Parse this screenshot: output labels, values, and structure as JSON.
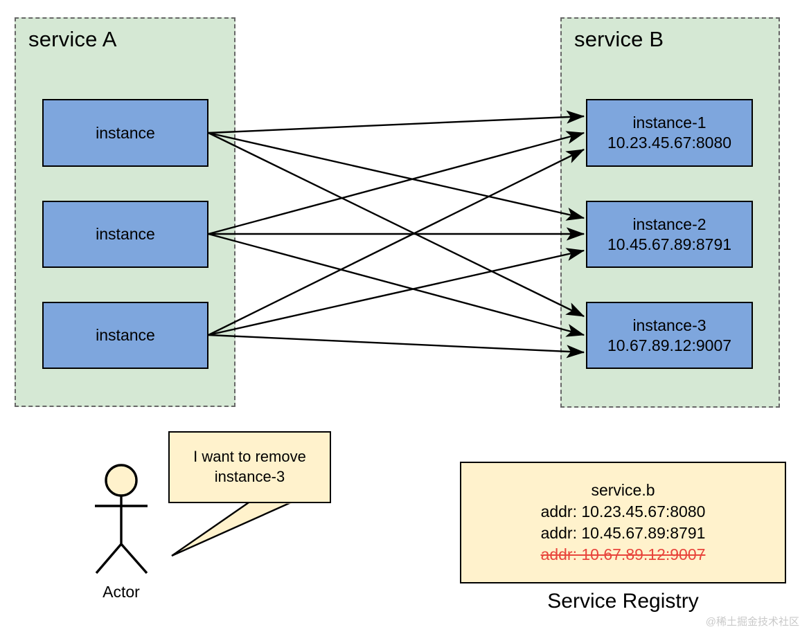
{
  "diagram": {
    "title": "service registry deregistration diagram",
    "colors": {
      "group_fill": "#D5E8D4",
      "group_border": "#666666",
      "instance_fill": "#7EA6DD",
      "instance_border": "#000000",
      "note_fill": "#FFF2CC",
      "note_border": "#000000",
      "removed_text": "#E8453C",
      "arrow": "#000000",
      "background": "#FFFFFF"
    }
  },
  "service_a": {
    "title": "service A",
    "instances": [
      {
        "label": "instance"
      },
      {
        "label": "instance"
      },
      {
        "label": "instance"
      }
    ]
  },
  "service_b": {
    "title": "service B",
    "instances": [
      {
        "name": "instance-1",
        "addr": "10.23.45.67:8080"
      },
      {
        "name": "instance-2",
        "addr": "10.45.67.89:8791"
      },
      {
        "name": "instance-3",
        "addr": "10.67.89.12:9007"
      }
    ]
  },
  "actor": {
    "label": "Actor",
    "speech": {
      "line1": "I want to remove",
      "line2": "instance-3"
    }
  },
  "registry": {
    "caption": "Service Registry",
    "service_key": "service.b",
    "entries": [
      {
        "text": "addr: 10.23.45.67:8080",
        "removed": false
      },
      {
        "text": "addr: 10.45.67.89:8791",
        "removed": false
      },
      {
        "text": "addr: 10.67.89.12:9007",
        "removed": true
      }
    ]
  },
  "watermark": {
    "text": "@稀土掘金技术社区"
  }
}
